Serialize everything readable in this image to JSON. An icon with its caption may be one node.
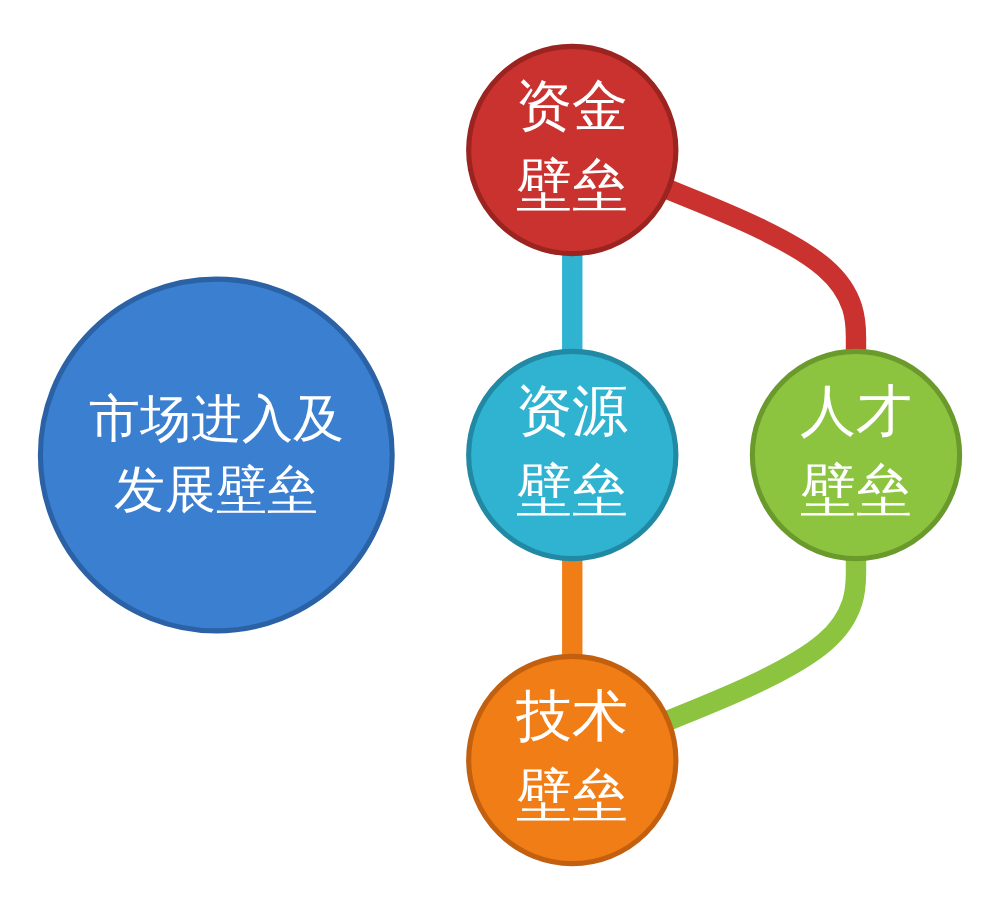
{
  "diagram": {
    "nodes": [
      {
        "text": [
          "市场进入及发展壁垒"
        ]
      },
      {
        "text": [
          "资金壁垒"
        ]
      },
      {
        "text": [
          "人才壁垒"
        ]
      },
      {
        "text": [
          "技术壁垒"
        ]
      },
      {
        "text": [
          "资源壁垒"
        ]
      }
    ],
    "edges": [
      {
        "from": 1,
        "to": 4,
        "arrow": "none",
        "color": "#2fb3d1"
      },
      {
        "from": 1,
        "to": 2,
        "arrow": "none",
        "color": "#c9322e"
      },
      {
        "from": 4,
        "to": 3,
        "arrow": "none",
        "color": "#f07d16"
      },
      {
        "from": 2,
        "to": 3,
        "arrow": "none",
        "color": "#8cc43f"
      }
    ]
  }
}
